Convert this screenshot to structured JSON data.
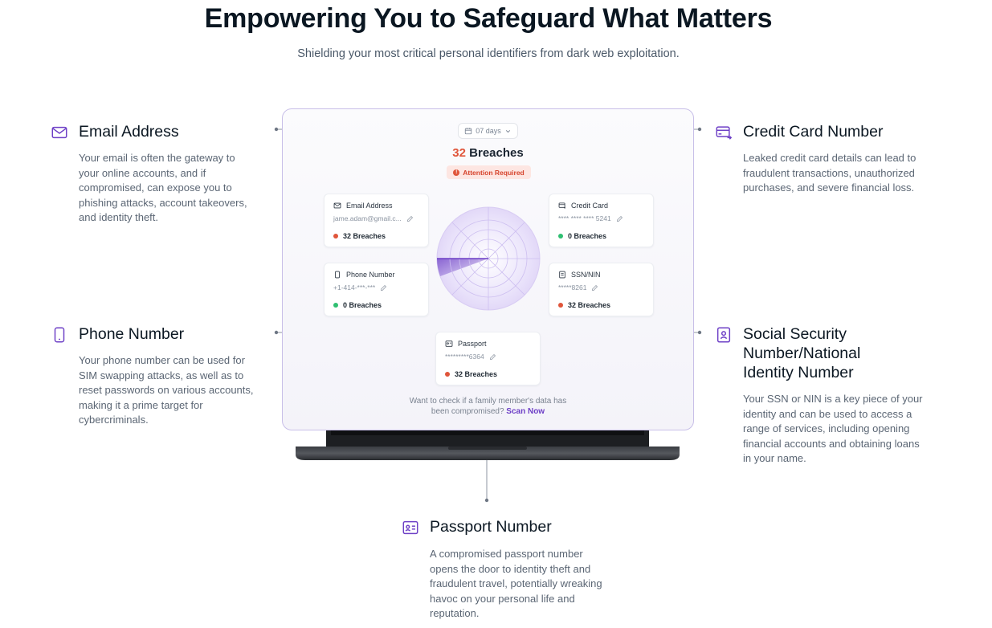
{
  "header": {
    "title": "Empowering You to Safeguard What Matters",
    "subtitle": "Shielding your most critical personal identifiers from dark web exploitation."
  },
  "features": {
    "email": {
      "title": "Email Address",
      "desc": "Your email is often the gateway to your online accounts, and if compromised, can expose you to phishing attacks, account takeovers, and identity theft.",
      "icon": "mail-icon"
    },
    "phone": {
      "title": "Phone Number",
      "desc": "Your phone number can be used for SIM swapping attacks, as well as to reset passwords on various accounts, making it a prime target for cybercriminals.",
      "icon": "phone-icon"
    },
    "credit": {
      "title": "Credit Card Number",
      "desc": "Leaked credit card details can lead to fraudulent transactions, unauthorized purchases, and severe financial loss.",
      "icon": "credit-card-icon"
    },
    "ssn": {
      "title": "Social Security Number/National Identity Number",
      "desc": "Your SSN or NIN is a key piece of your identity and can be used to access a range of services, including opening financial accounts and obtaining loans in your name.",
      "icon": "id-badge-icon"
    },
    "passport": {
      "title": "Passport Number",
      "desc": "A compromised passport number opens the door to identity theft and fraudulent travel, potentially wreaking havoc on your personal life and reputation.",
      "icon": "passport-icon"
    }
  },
  "dashboard": {
    "period": "07 days",
    "breach_count": "32",
    "breach_word": "Breaches",
    "attention": "Attention Required",
    "cards": {
      "email": {
        "label": "Email Address",
        "value": "jame.adam@gmail.c...",
        "breaches": "32 Breaches",
        "status_color": "#e0553a"
      },
      "credit": {
        "label": "Credit Card",
        "value": "**** **** **** 5241",
        "breaches": "0 Breaches",
        "status_color": "#2fbf71"
      },
      "phone": {
        "label": "Phone Number",
        "value": "+1-414-***-***",
        "breaches": "0 Breaches",
        "status_color": "#2fbf71"
      },
      "ssn": {
        "label": "SSN/NIN",
        "value": "*****8261",
        "breaches": "32 Breaches",
        "status_color": "#e0553a"
      },
      "passport": {
        "label": "Passport",
        "value": "*********6364",
        "breaches": "32 Breaches",
        "status_color": "#e0553a"
      }
    },
    "family_note": "Want to check if a family member's data has been compromised?",
    "scan_link": "Scan Now"
  },
  "colors": {
    "accent": "#6d3fc6",
    "danger": "#e0553a",
    "success": "#2fbf71"
  }
}
